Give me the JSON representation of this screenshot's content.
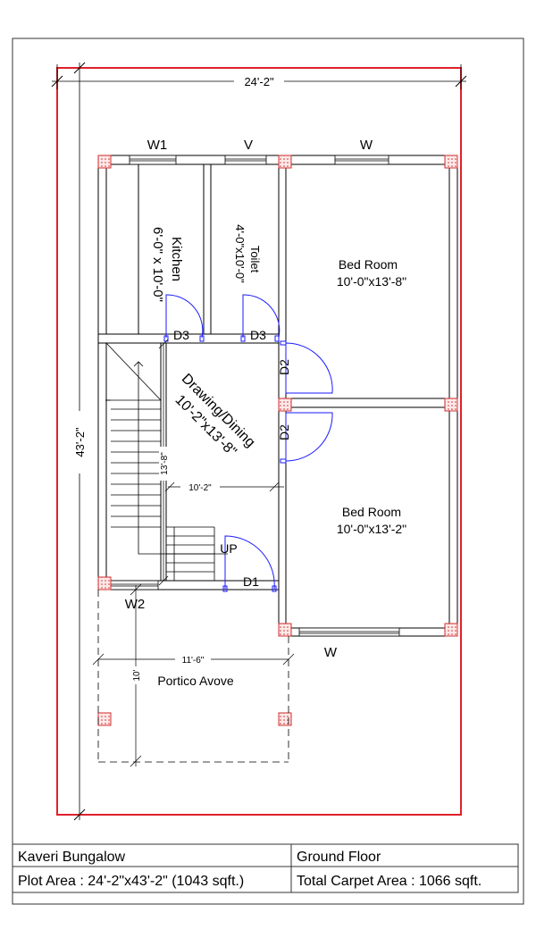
{
  "plot": {
    "width_dim": "24'-2\"",
    "height_dim": "43'-2\""
  },
  "windows": {
    "w1": "W1",
    "v": "V",
    "w_top": "W",
    "w2": "W2",
    "w_bottom": "W"
  },
  "rooms": {
    "kitchen_name": "Kitchen",
    "kitchen_size": "6'-0\" x 10'-0\"",
    "toilet_name": "Toilet",
    "toilet_size": "4'-0\"x10'-0\"",
    "bed1_name": "Bed Room",
    "bed1_size": "10'-0\"x13'-8\"",
    "bed2_name": "Bed Room",
    "bed2_size": "10'-0\"x13'-2\"",
    "drawing_name": "Drawing/Dining",
    "drawing_size": "10'-2\"x13'-8\"",
    "portico_name": "Portico Avove"
  },
  "doors": {
    "d3_kitchen": "D3",
    "d3_toilet": "D3",
    "d2_upper": "D2",
    "d2_lower": "D2",
    "d1": "D1"
  },
  "stairs": {
    "up": "UP"
  },
  "dims": {
    "drawing_width": "10'-2\"",
    "drawing_height": "13'-8\"",
    "portico_width": "11'-6\"",
    "portico_depth": "10'"
  },
  "title_block": {
    "project": "Kaveri Bungalow",
    "floor": "Ground Floor",
    "plot_area": "Plot Area : 24'-2\"x43'-2\" (1043 sqft.)",
    "carpet_area": "Total Carpet Area : 1066 sqft."
  },
  "colors": {
    "boundary": "#e0202a",
    "door_swing": "#1a1aff",
    "column_fill": "#f6d2d2"
  }
}
